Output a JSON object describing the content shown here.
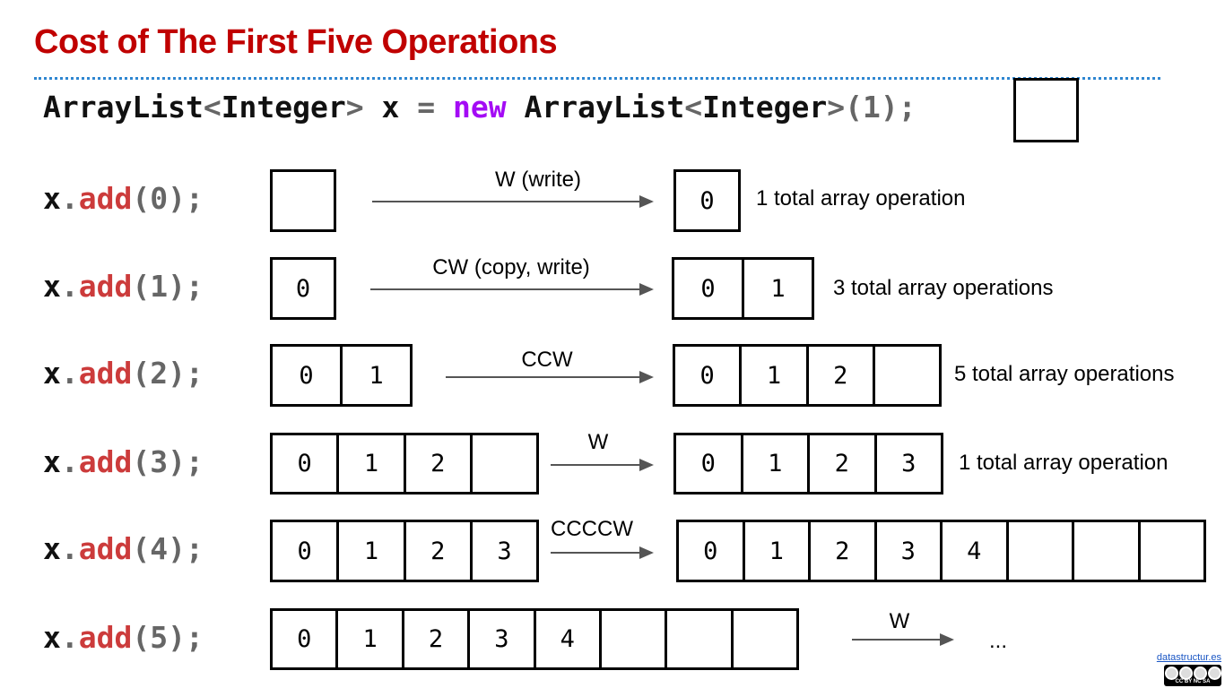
{
  "title": "Cost of The First Five Operations",
  "declaration": {
    "type1": "ArrayList",
    "lt1": "<",
    "generic1": "Integer",
    "gt1": ">",
    "var": " x ",
    "eq": "=",
    "keyword": " new ",
    "type2": "ArrayList",
    "lt2": "<",
    "generic2": "Integer",
    "gt2": ">",
    "args": "(1);"
  },
  "rows": [
    {
      "obj": "x",
      "dot": ".",
      "method": "add",
      "args": "(0);",
      "left": [
        ""
      ],
      "arrow_label": "W (write)",
      "right": [
        "0"
      ],
      "total": "1 total array operation"
    },
    {
      "obj": "x",
      "dot": ".",
      "method": "add",
      "args": "(1);",
      "left": [
        "0"
      ],
      "arrow_label": "CW (copy, write)",
      "right": [
        "0",
        "1"
      ],
      "total": "3 total array operations"
    },
    {
      "obj": "x",
      "dot": ".",
      "method": "add",
      "args": "(2);",
      "left": [
        "0",
        "1"
      ],
      "arrow_label": "CCW",
      "right": [
        "0",
        "1",
        "2",
        ""
      ],
      "total": "5 total array operations"
    },
    {
      "obj": "x",
      "dot": ".",
      "method": "add",
      "args": "(3);",
      "left": [
        "0",
        "1",
        "2",
        ""
      ],
      "arrow_label": "W",
      "right": [
        "0",
        "1",
        "2",
        "3"
      ],
      "total": "1 total array operation"
    },
    {
      "obj": "x",
      "dot": ".",
      "method": "add",
      "args": "(4);",
      "left": [
        "0",
        "1",
        "2",
        "3"
      ],
      "arrow_label": "CCCCW",
      "right": [
        "0",
        "1",
        "2",
        "3",
        "4",
        "",
        "",
        ""
      ],
      "total": ""
    },
    {
      "obj": "x",
      "dot": ".",
      "method": "add",
      "args": "(5);",
      "left": [
        "0",
        "1",
        "2",
        "3",
        "4",
        "",
        "",
        ""
      ],
      "arrow_label": "W",
      "right": [],
      "total": "..."
    }
  ],
  "footer": {
    "link": "datastructur.es",
    "license": "CC BY NC SA"
  }
}
